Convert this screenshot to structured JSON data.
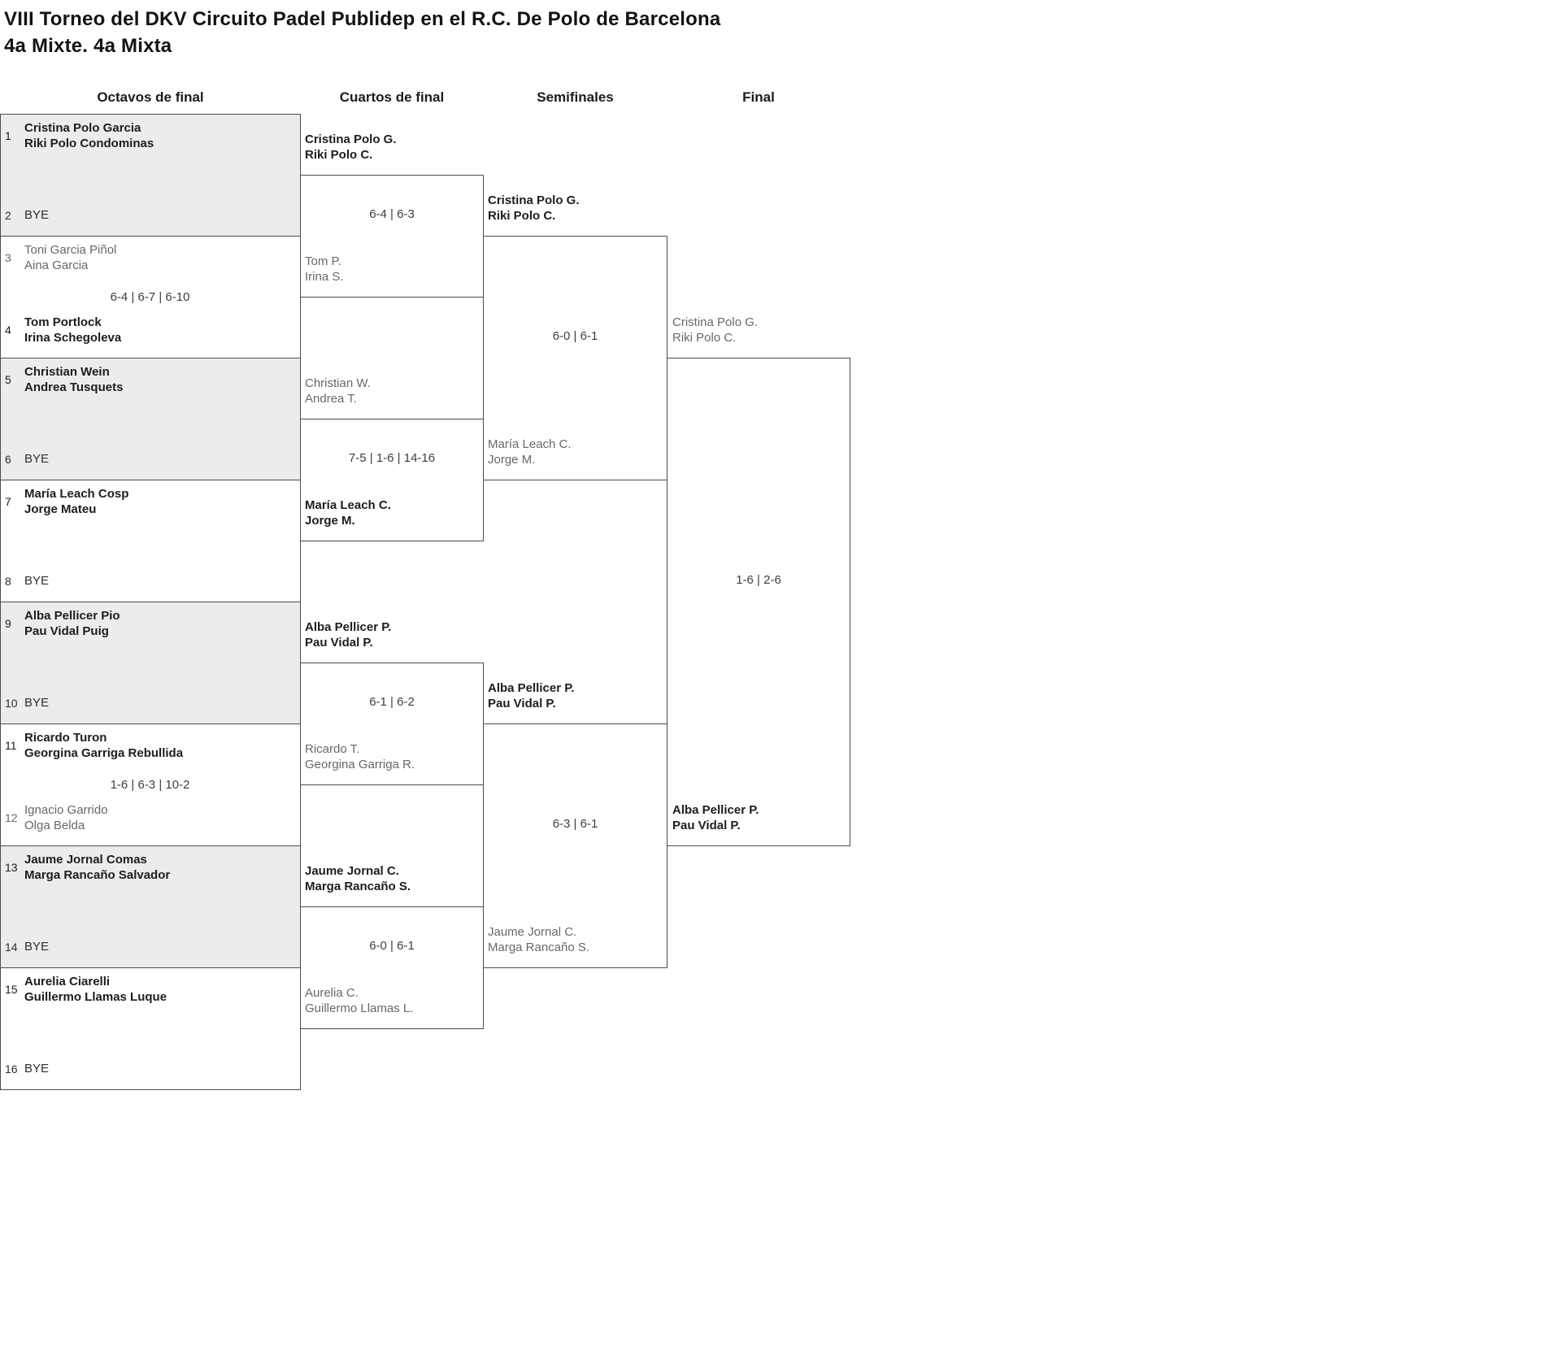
{
  "title": {
    "line1": "VIII Torneo del DKV Circuito Padel Publidep en el R.C. De Polo de Barcelona",
    "line2": "4a Mixte. 4a Mixta"
  },
  "round_headers": [
    "Octavos de final",
    "Cuartos de final",
    "Semifinales",
    "Final"
  ],
  "colors": {
    "page_bg": "#ffffff",
    "box_border": "#4d4d4d",
    "bye_box_bg": "#ececec",
    "winner_text": "#1d1d1d",
    "loser_text": "#65686c",
    "bye_text": "#2e2e2e",
    "score_text": "#3d3d3d",
    "title_text": "#131313",
    "header_text": "#1b1b1b"
  },
  "bracket": {
    "round1": [
      {
        "seed_top": "1",
        "team_top": [
          "Cristina Polo Garcia",
          "Riki Polo Condominas"
        ],
        "top_winner": true,
        "score": "",
        "seed_bottom": "2",
        "team_bottom": [
          "BYE"
        ],
        "bottom_bye": true,
        "bottom_winner": false
      },
      {
        "seed_top": "3",
        "team_top": [
          "Toni Garcia Piñol",
          "Aina Garcia"
        ],
        "top_winner": false,
        "score": "6-4 | 6-7 | 6-10",
        "seed_bottom": "4",
        "team_bottom": [
          "Tom Portlock",
          "Irina Schegoleva"
        ],
        "bottom_bye": false,
        "bottom_winner": true
      },
      {
        "seed_top": "5",
        "team_top": [
          "Christian Wein",
          "Andrea Tusquets"
        ],
        "top_winner": true,
        "score": "",
        "seed_bottom": "6",
        "team_bottom": [
          "BYE"
        ],
        "bottom_bye": true,
        "bottom_winner": false
      },
      {
        "seed_top": "7",
        "team_top": [
          "María Leach Cosp",
          "Jorge Mateu"
        ],
        "top_winner": true,
        "score": "",
        "seed_bottom": "8",
        "team_bottom": [
          "BYE"
        ],
        "bottom_bye": true,
        "bottom_winner": false
      },
      {
        "seed_top": "9",
        "team_top": [
          "Alba Pellicer Pio",
          "Pau Vidal Puig"
        ],
        "top_winner": true,
        "score": "",
        "seed_bottom": "10",
        "team_bottom": [
          "BYE"
        ],
        "bottom_bye": true,
        "bottom_winner": false
      },
      {
        "seed_top": "11",
        "team_top": [
          "Ricardo Turon",
          "Georgina Garriga Rebullida"
        ],
        "top_winner": true,
        "score": "1-6 | 6-3 | 10-2",
        "seed_bottom": "12",
        "team_bottom": [
          "Ignacio Garrido",
          "Olga Belda"
        ],
        "bottom_bye": false,
        "bottom_winner": false
      },
      {
        "seed_top": "13",
        "team_top": [
          "Jaume Jornal Comas",
          "Marga Rancaño Salvador"
        ],
        "top_winner": true,
        "score": "",
        "seed_bottom": "14",
        "team_bottom": [
          "BYE"
        ],
        "bottom_bye": true,
        "bottom_winner": false
      },
      {
        "seed_top": "15",
        "team_top": [
          "Aurelia Ciarelli",
          "Guillermo Llamas Luque"
        ],
        "top_winner": true,
        "score": "",
        "seed_bottom": "16",
        "team_bottom": [
          "BYE"
        ],
        "bottom_bye": true,
        "bottom_winner": false
      }
    ],
    "quarterfinals": [
      {
        "team_top": [
          "Cristina Polo G.",
          "Riki Polo C."
        ],
        "top_winner": true,
        "score": "6-4 | 6-3",
        "team_bottom": [
          "Tom P.",
          "Irina S."
        ],
        "bottom_winner": false
      },
      {
        "team_top": [
          "Christian W.",
          "Andrea T."
        ],
        "top_winner": false,
        "score": "7-5 | 1-6 | 14-16",
        "team_bottom": [
          "María Leach C.",
          "Jorge M."
        ],
        "bottom_winner": true
      },
      {
        "team_top": [
          "Alba Pellicer P.",
          "Pau Vidal P."
        ],
        "top_winner": true,
        "score": "6-1 | 6-2",
        "team_bottom": [
          "Ricardo T.",
          "Georgina Garriga R."
        ],
        "bottom_winner": false
      },
      {
        "team_top": [
          "Jaume Jornal C.",
          "Marga Rancaño S."
        ],
        "top_winner": true,
        "score": "6-0 | 6-1",
        "team_bottom": [
          "Aurelia C.",
          "Guillermo Llamas L."
        ],
        "bottom_winner": false
      }
    ],
    "semifinals": [
      {
        "team_top": [
          "Cristina Polo G.",
          "Riki Polo C."
        ],
        "top_winner": true,
        "score": "6-0 | 6-1",
        "team_bottom": [
          "María Leach C.",
          "Jorge M."
        ],
        "bottom_winner": false
      },
      {
        "team_top": [
          "Alba Pellicer P.",
          "Pau Vidal P."
        ],
        "top_winner": true,
        "score": "6-3 | 6-1",
        "team_bottom": [
          "Jaume Jornal C.",
          "Marga Rancaño S."
        ],
        "bottom_winner": false
      }
    ],
    "final": {
      "team_top": [
        "Cristina Polo G.",
        "Riki Polo C."
      ],
      "top_winner": false,
      "score": "1-6 | 2-6",
      "team_bottom": [
        "Alba Pellicer P.",
        "Pau Vidal P."
      ],
      "bottom_winner": true
    }
  }
}
